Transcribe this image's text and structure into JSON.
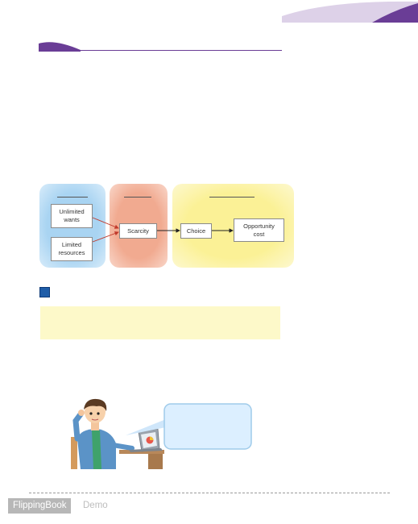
{
  "colors": {
    "accent_purple": "#6a3d96",
    "zone_blue": "#a9d4f2",
    "zone_orange": "#f1aa90",
    "zone_yellow": "#fbf196",
    "bullet_blue": "#1f5da8",
    "note_yellow": "#fdf9c9"
  },
  "diagram": {
    "boxes": {
      "unlimited_wants": "Unlimited\nwants",
      "limited_resources": "Limited\nresources",
      "scarcity": "Scarcity",
      "choice": "Choice",
      "opportunity_cost": "Opportunity\ncost"
    }
  },
  "illustration": {
    "icons": [
      "student-character-icon",
      "laptop-icon",
      "speech-bubble-icon"
    ]
  },
  "watermark": {
    "brand": "FlippingBook",
    "suffix": "Demo"
  }
}
